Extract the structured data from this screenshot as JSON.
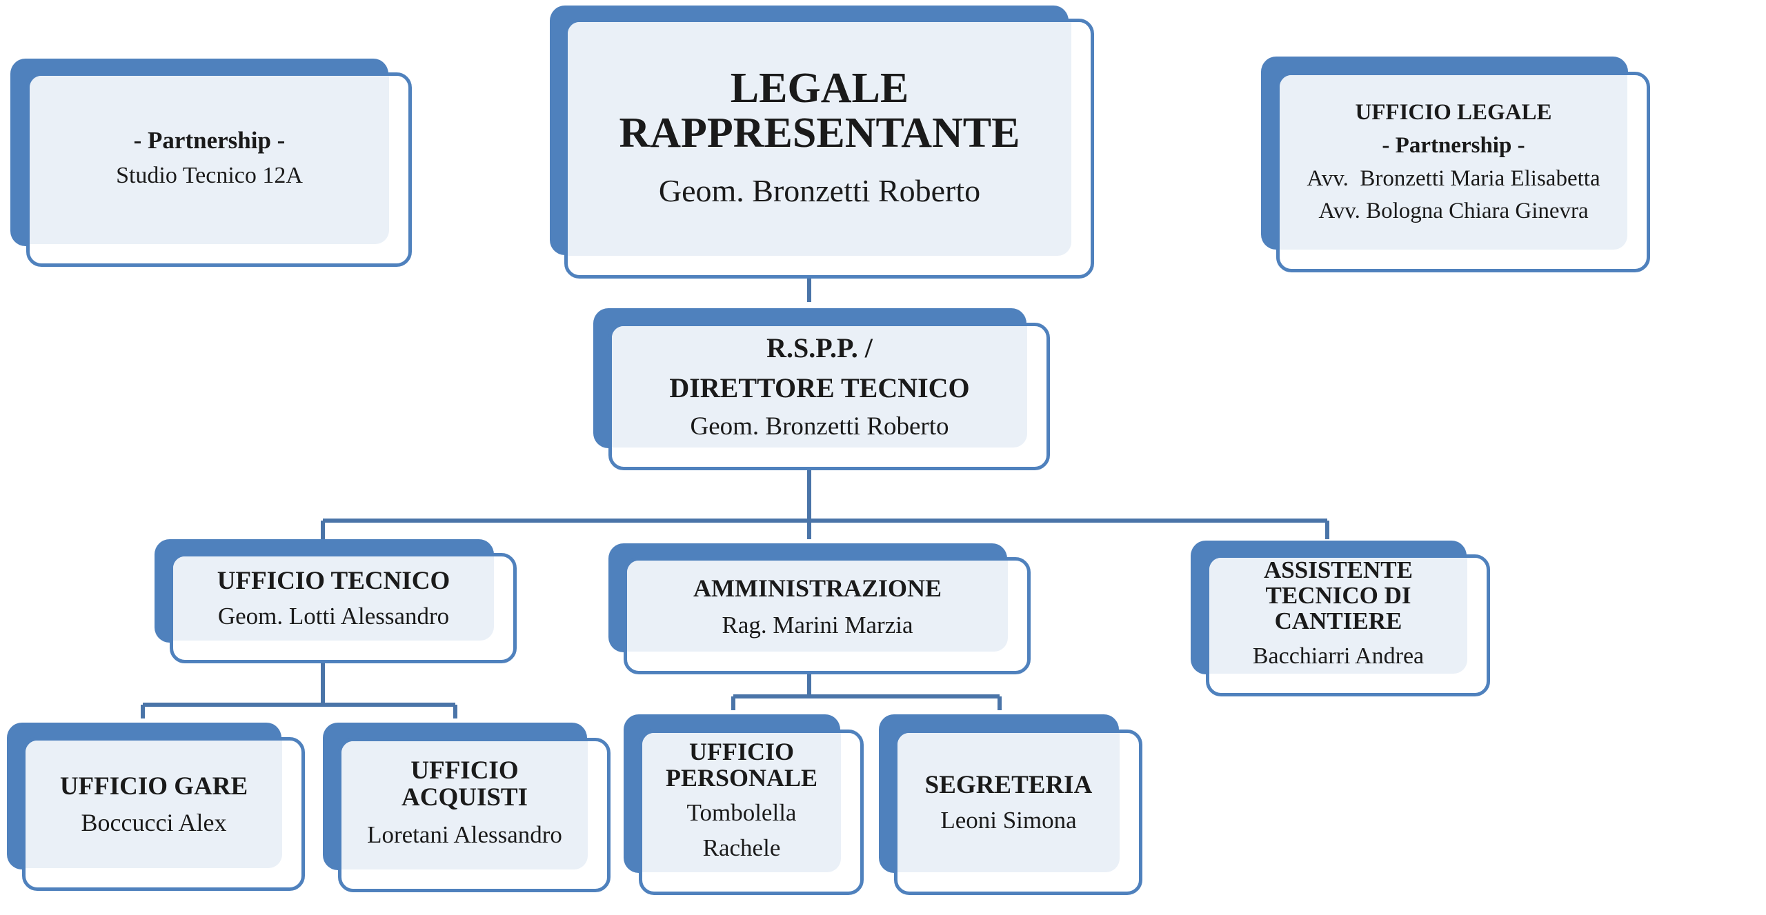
{
  "nodes": {
    "partnership_left": {
      "title": "- Partnership -",
      "lines": [
        "Studio Tecnico 12A"
      ]
    },
    "legale": {
      "title_1": "LEGALE",
      "title_2": "RAPPRESENTANTE",
      "name": "Geom. Bronzetti Roberto"
    },
    "ufficio_legale": {
      "title": "UFFICIO LEGALE",
      "subtitle": "- Partnership -",
      "lines": [
        "Avv.  Bronzetti Maria Elisabetta",
        "Avv. Bologna Chiara Ginevra"
      ]
    },
    "rspp": {
      "title_1": "R.S.P.P. /",
      "title_2": "DIRETTORE TECNICO",
      "name": "Geom. Bronzetti Roberto"
    },
    "ufficio_tecnico": {
      "title": "UFFICIO TECNICO",
      "name": "Geom. Lotti Alessandro"
    },
    "amministrazione": {
      "title": "AMMINISTRAZIONE",
      "name": "Rag. Marini Marzia"
    },
    "assistente": {
      "title_1": "ASSISTENTE",
      "title_2": "TECNICO DI",
      "title_3": "CANTIERE",
      "name": "Bacchiarri Andrea"
    },
    "ufficio_gare": {
      "title": "UFFICIO GARE",
      "name": "Boccucci Alex"
    },
    "ufficio_acquisti": {
      "title_1": "UFFICIO",
      "title_2": "ACQUISTI",
      "name": "Loretani Alessandro"
    },
    "ufficio_personale": {
      "title_1": "UFFICIO",
      "title_2": "PERSONALE",
      "name_1": "Tombolella",
      "name_2": "Rachele"
    },
    "segreteria": {
      "title": "SEGRETERIA",
      "name": "Leoni Simona"
    }
  },
  "colors": {
    "box_shadow": "#4f81bd",
    "box_border": "#4f81bd",
    "box_fill": "#eaf0f7",
    "connector": "#4a74a8"
  }
}
